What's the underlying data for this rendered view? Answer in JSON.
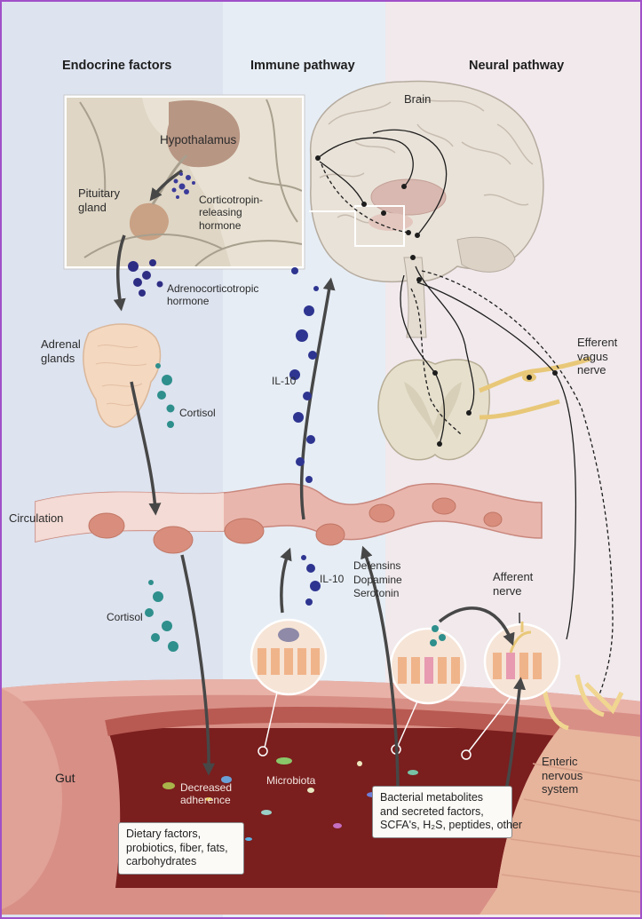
{
  "headers": {
    "endocrine": "Endocrine factors",
    "immune": "Immune pathway",
    "neural": "Neural pathway"
  },
  "labels": {
    "brain": "Brain",
    "hypothalamus": "Hypothalamus",
    "pituitary": [
      "Pituitary",
      "gland"
    ],
    "crh": [
      "Corticotropin-",
      "releasing",
      "hormone"
    ],
    "acth": [
      "Adrenocorticotropic",
      "hormone"
    ],
    "adrenal": [
      "Adrenal",
      "glands"
    ],
    "cortisol_upper": "Cortisol",
    "il10_upper": "IL-10",
    "efferent_vagus": [
      "Efferent",
      "vagus",
      "nerve"
    ],
    "circulation": "Circulation",
    "il10_lower": "IL-10",
    "cortisol_lower": "Cortisol",
    "defensins": [
      "Defensins",
      "Dopamine",
      "Serotonin"
    ],
    "afferent": [
      "Afferent",
      "nerve"
    ],
    "gut": "Gut",
    "decreased_adherence": [
      "Decreased",
      "adherence"
    ],
    "microbiota": "Microbiota",
    "enteric": [
      "Enteric",
      "nervous",
      "system"
    ]
  },
  "boxes": {
    "dietary": [
      "Dietary factors,",
      "probiotics, fiber, fats,",
      "carbohydrates"
    ],
    "bacterial": [
      "Bacterial metabolites",
      "and secreted factors,",
      "SCFA's, H₂S, peptides, other"
    ]
  },
  "colors": {
    "panel_left": "#dde3ef",
    "panel_mid": "#e6edf5",
    "panel_right": "#f1e9ec",
    "gut_wall": "#d88f86",
    "gut_lumen": "#7a1e1e",
    "hormone_dots": "#2d2d84",
    "cortisol_dots": "#2e8f8c",
    "il10_dots": "#2e3590",
    "border": "#a050c8"
  }
}
